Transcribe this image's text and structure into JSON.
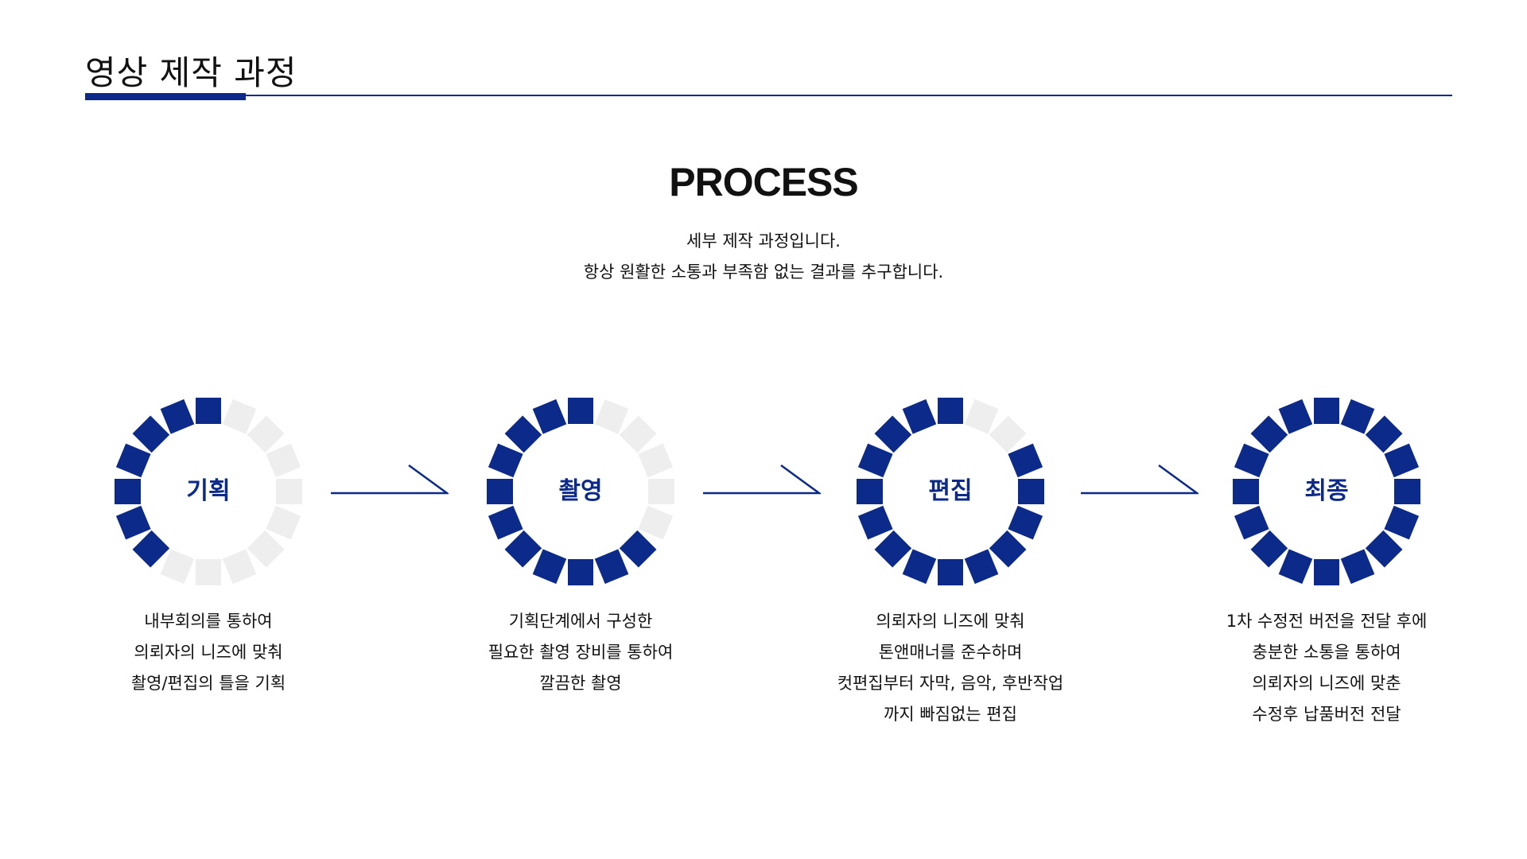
{
  "header": {
    "title": "영상 제작 과정"
  },
  "intro": {
    "heading": "PROCESS",
    "line1": "세부 제작 과정입니다.",
    "line2": "항상 원활한 소통과 부족함 없는 결과를 추구합니다."
  },
  "colors": {
    "accent": "#0b2a8a",
    "inactive": "#eeeeee"
  },
  "steps": [
    {
      "label": "기획",
      "progress_segments": 7,
      "total_segments": 16,
      "lines": [
        "내부회의를 통하여",
        "의뢰자의 니즈에 맞춰",
        "촬영/편집의 틀을 기획"
      ]
    },
    {
      "label": "촬영",
      "progress_segments": 11,
      "total_segments": 16,
      "lines": [
        "기획단계에서 구성한",
        "필요한 촬영 장비를 통하여",
        "깔끔한 촬영"
      ]
    },
    {
      "label": "편집",
      "progress_segments": 14,
      "total_segments": 16,
      "lines": [
        "의뢰자의 니즈에 맞춰",
        "톤앤매너를 준수하며",
        "컷편집부터 자막, 음악, 후반작업",
        "까지 빠짐없는 편집"
      ]
    },
    {
      "label": "최종",
      "progress_segments": 16,
      "total_segments": 16,
      "lines": [
        "1차 수정전 버전을 전달 후에",
        "충분한 소통을 통하여",
        "의뢰자의 니즈에 맞춘",
        "수정후 납품버전 전달"
      ]
    }
  ]
}
